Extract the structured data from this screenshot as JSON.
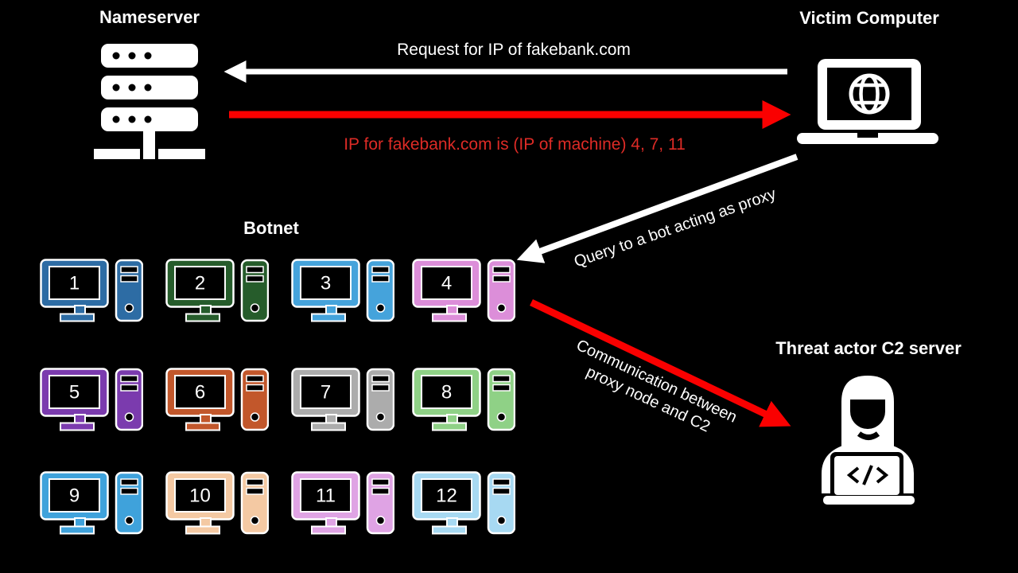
{
  "canvas": {
    "background": "#000000"
  },
  "nameserver": {
    "label": "Nameserver"
  },
  "victim": {
    "label": "Victim Computer"
  },
  "threat_actor": {
    "label": "Threat actor C2 server",
    "code_glyph": "</>"
  },
  "botnet": {
    "label": "Botnet",
    "computers": [
      {
        "number": "1",
        "color": "#2D6CA4"
      },
      {
        "number": "2",
        "color": "#265C2B"
      },
      {
        "number": "3",
        "color": "#45A3DB"
      },
      {
        "number": "4",
        "color": "#DC8ED9"
      },
      {
        "number": "5",
        "color": "#7B3BAE"
      },
      {
        "number": "6",
        "color": "#C2572B"
      },
      {
        "number": "7",
        "color": "#ACACAC"
      },
      {
        "number": "8",
        "color": "#8FD186"
      },
      {
        "number": "9",
        "color": "#3FA2DB"
      },
      {
        "number": "10",
        "color": "#F4C9A3"
      },
      {
        "number": "11",
        "color": "#DFA3E4"
      },
      {
        "number": "12",
        "color": "#A7D9F2"
      }
    ]
  },
  "arrows": {
    "request": {
      "label": "Request for IP of fakebank.com",
      "color": "#FFFFFF",
      "label_color": "#FFFFFF",
      "direction": "victim-to-nameserver"
    },
    "response": {
      "label": "IP for fakebank.com is (IP of machine) 4, 7, 11",
      "color": "#FA0000",
      "label_color": "#DD2B26",
      "direction": "nameserver-to-victim"
    },
    "query": {
      "label": "Query to a bot acting as proxy",
      "color": "#FFFFFF",
      "label_color": "#FFFFFF",
      "direction": "victim-to-bot4"
    },
    "c2": {
      "label": "Communication between\nproxy node and C2",
      "color": "#FA0000",
      "label_color": "#FFFFFF",
      "direction": "bot4-to-c2-server"
    }
  }
}
